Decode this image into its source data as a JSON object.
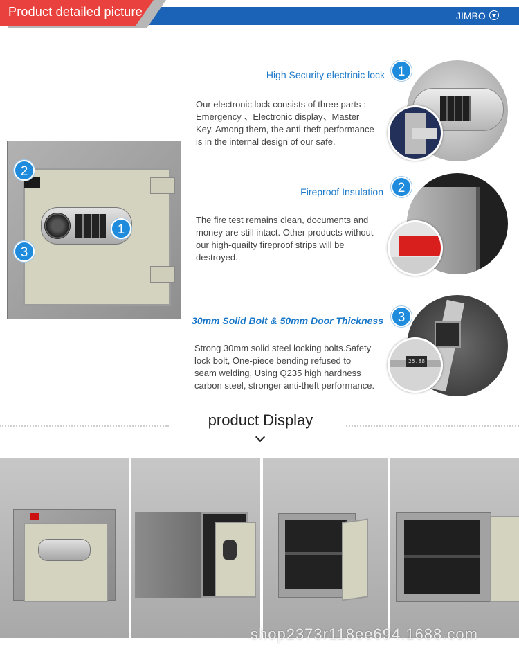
{
  "header": {
    "title": "Product detailed picture",
    "brand": "JIMBO",
    "brand_icon": "chevron-down-circle-icon",
    "colors": {
      "red_tab": "#e9423e",
      "blue_bar": "#1b63b6"
    }
  },
  "safe_markers": [
    "1",
    "2",
    "3"
  ],
  "features": [
    {
      "number": "1",
      "title": "High Security electrinic lock",
      "description_lines": [
        "Our electronic lock consists of three parts :",
        "Emergency 、Electronic display、Master",
        "Key. Among them, the anti-theft performance",
        "is in the internal design of our safe."
      ]
    },
    {
      "number": "2",
      "title": "Fireproof Insulation",
      "description_lines": [
        "The fire test remains clean, documents and",
        "money are still intact. Other products without",
        "our high-quailty fireproof strips will be",
        "destroyed."
      ]
    },
    {
      "number": "3",
      "title": "30mm Solid Bolt & 50mm Door Thickness",
      "description_lines": [
        "Strong 30mm solid steel locking bolts.Safety",
        "lock bolt, One-piece bending refused to",
        "seam welding, Using Q235 high hardness",
        "carbon steel, stronger anti-theft performance."
      ]
    }
  ],
  "display": {
    "title": "product Display",
    "icon": "chevron-down-icon"
  },
  "caliper_reading": "25.88",
  "watermark": "shop2373r118ee694.1688.com"
}
